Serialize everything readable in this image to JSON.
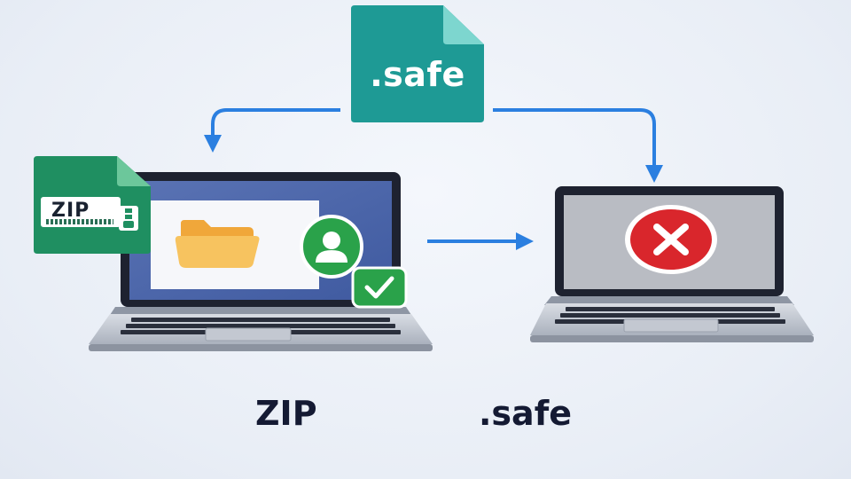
{
  "top_file": {
    "extension": ".safe",
    "color": "#1e9a95"
  },
  "zip_file": {
    "tag": "ZIP",
    "color": "#1f8f61"
  },
  "left_laptop": {
    "status": "success",
    "badge_color": "#2aa24a"
  },
  "right_laptop": {
    "status": "error",
    "badge_color": "#d9262c"
  },
  "arrow_color": "#2b7fe0",
  "captions": {
    "left": "ZIP",
    "right": ".safe"
  }
}
